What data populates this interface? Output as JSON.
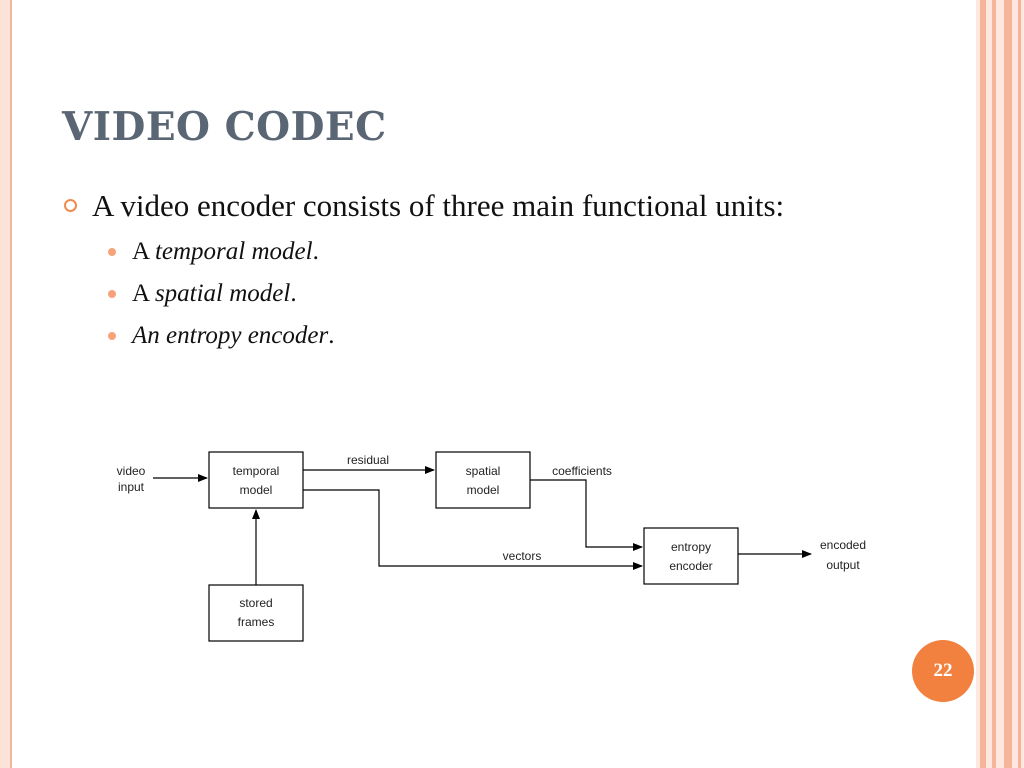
{
  "slide": {
    "title": "VIDEO CODEC",
    "page_number": "22",
    "bullet": {
      "text": "A video encoder consists of three main functional units:"
    },
    "sub_items": [
      {
        "prefix": "A ",
        "emph": "temporal model",
        "suffix": "."
      },
      {
        "prefix": "A ",
        "emph": "spatial model",
        "suffix": "."
      },
      {
        "prefix": "",
        "emph": "An entropy encoder",
        "suffix": "."
      }
    ]
  },
  "diagram": {
    "labels": {
      "video_input_1": "video",
      "video_input_2": "input",
      "temporal_1": "temporal",
      "temporal_2": "model",
      "spatial_1": "spatial",
      "spatial_2": "model",
      "entropy_1": "entropy",
      "entropy_2": "encoder",
      "stored_1": "stored",
      "stored_2": "frames",
      "residual": "residual",
      "coefficients": "coefficients",
      "vectors": "vectors",
      "encoded_1": "encoded",
      "encoded_2": "output"
    }
  },
  "colors": {
    "accent": "#f2813f",
    "title": "#5a6673",
    "frame": "#fde7df"
  }
}
